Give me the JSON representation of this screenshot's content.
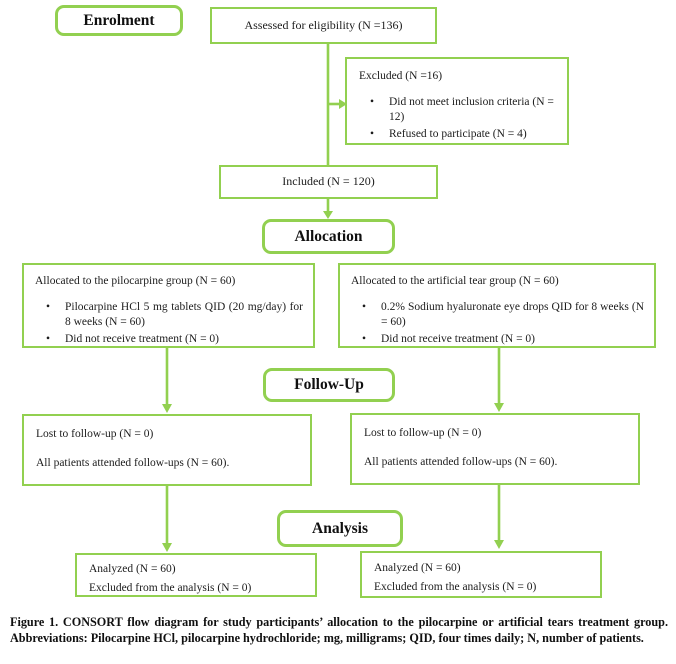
{
  "colors": {
    "accent_green": "#92d050",
    "text": "#1c1c1c"
  },
  "stages": {
    "enrolment": "Enrolment",
    "allocation": "Allocation",
    "followup": "Follow-Up",
    "analysis": "Analysis"
  },
  "boxes": {
    "assessed": {
      "text": "Assessed for eligibility (N =136)"
    },
    "excluded": {
      "title": "Excluded (N =16)",
      "bullet_glyph": "•",
      "bullets": [
        "Did not meet inclusion criteria (N = 12)",
        "Refused to participate (N = 4)"
      ]
    },
    "included": {
      "text": "Included (N = 120)"
    },
    "alloc_left": {
      "title": "Allocated to the pilocarpine group (N = 60)",
      "bullet_glyph": "•",
      "bullets": [
        "Pilocarpine HCl 5 mg tablets QID (20 mg/day) for 8 weeks (N = 60)",
        "Did not receive treatment (N = 0)"
      ]
    },
    "alloc_right": {
      "title": "Allocated to the artificial tear group (N = 60)",
      "bullet_glyph": "•",
      "bullets": [
        "0.2% Sodium hyaluronate eye drops QID for 8 weeks (N = 60)",
        "Did not receive treatment (N = 0)"
      ]
    },
    "followup_left": {
      "line1": "Lost to follow-up (N = 0)",
      "line2": "All patients attended follow-ups (N = 60)."
    },
    "followup_right": {
      "line1": "Lost to follow-up (N = 0)",
      "line2": "All patients attended follow-ups (N = 60)."
    },
    "analysis_left": {
      "line1": "Analyzed (N = 60)",
      "line2": "Excluded from the analysis (N = 0)"
    },
    "analysis_right": {
      "line1": "Analyzed (N = 60)",
      "line2": "Excluded from the analysis (N = 0)"
    }
  },
  "caption": "Figure 1. CONSORT flow diagram for study participants’ allocation to the pilocarpine or artificial tears treatment group. Abbreviations: Pilocarpine HCl, pilocarpine hydrochloride; mg, milligrams; QID, four times daily; N, number of patients."
}
